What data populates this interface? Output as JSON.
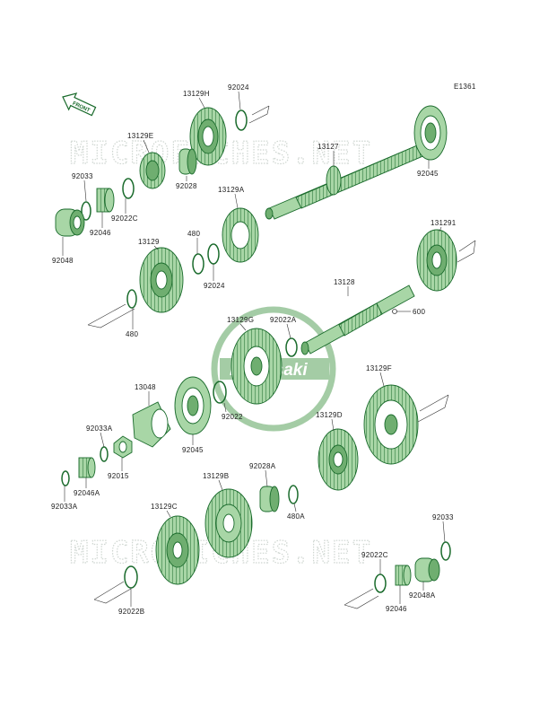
{
  "diagram_code": "E1361",
  "front_label": "FRONT",
  "watermark": {
    "text": "MICROFICHES.NET",
    "logo": "Kawasaki"
  },
  "labels": {
    "l13129H": "13129H",
    "l92024a": "92024",
    "l13129E": "13129E",
    "l92033a": "92033",
    "l92028": "92028",
    "l13127": "13127",
    "l92045a": "92045",
    "l92022Ca": "92022C",
    "l92046a": "92046",
    "l92048": "92048",
    "l13129A": "13129A",
    "l13129": "13129",
    "l480a": "480",
    "l92024b": "92024",
    "l131291": "131291",
    "l480b": "480",
    "l13128": "13128",
    "l600": "600",
    "l13129G": "13129G",
    "l92022A": "92022A",
    "l13048": "13048",
    "l92022": "92022",
    "l13129F": "13129F",
    "l13129D": "13129D",
    "l92033A": "92033A",
    "l92045b": "92045",
    "l92015": "92015",
    "l92046A": "92046A",
    "l92033Ab": "92033A",
    "l13129B": "13129B",
    "l92028A": "92028A",
    "l480A": "480A",
    "l13129C": "13129C",
    "l92033b": "92033",
    "l92022Cb": "92022C",
    "l92022B": "92022B",
    "l92046b": "92046",
    "l92048A": "92048A"
  }
}
